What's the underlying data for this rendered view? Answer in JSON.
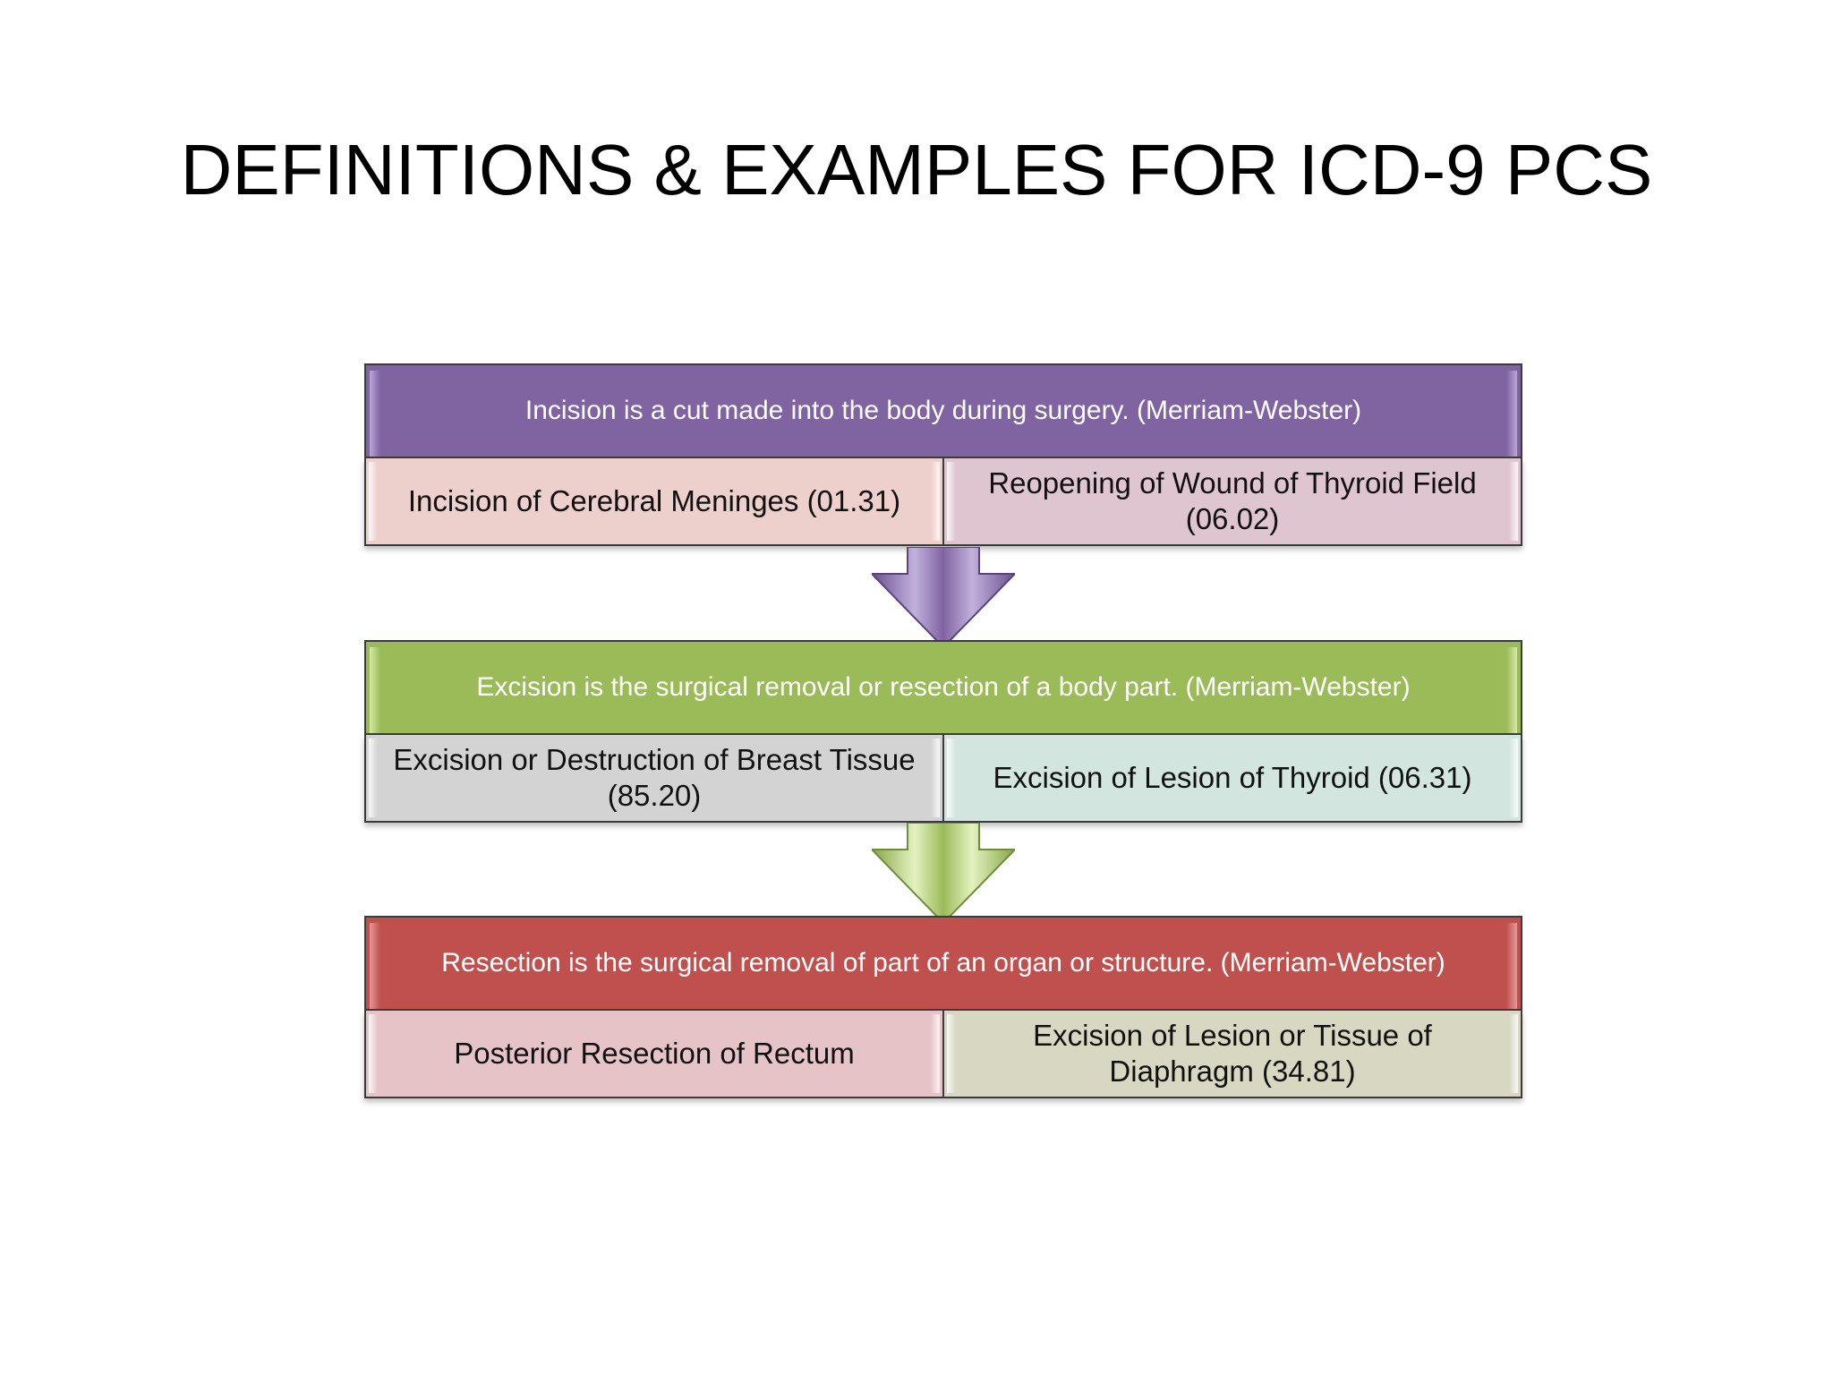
{
  "slide": {
    "title": "DEFINITIONS & EXAMPLES FOR ICD-9 PCS"
  },
  "sections": [
    {
      "definition": "Incision is a cut made into the body during surgery. (Merriam-Webster)",
      "color": "#8064a2",
      "examples": [
        "Incision of Cerebral Meninges (01.31)",
        "Reopening of Wound of Thyroid Field (06.02)"
      ]
    },
    {
      "definition": "Excision is the surgical removal or resection of a body part. (Merriam-Webster)",
      "color": "#9bbb59",
      "examples": [
        "Excision or Destruction of Breast Tissue (85.20)",
        "Excision of Lesion of Thyroid (06.31)"
      ]
    },
    {
      "definition": "Resection is the surgical removal of part of an organ or structure. (Merriam-Webster)",
      "color": "#c0504d",
      "examples": [
        "Posterior Resection of Rectum",
        "Excision of Lesion or Tissue of Diaphragm (34.81)"
      ]
    }
  ]
}
